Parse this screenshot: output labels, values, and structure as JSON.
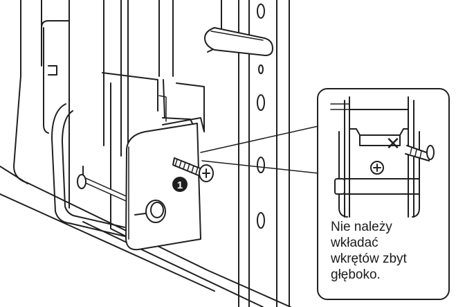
{
  "callout": {
    "step_number": "1",
    "warning_mark": "✕",
    "caption_lines": [
      "Nie należy",
      "wkładać",
      "wkrętów zbyt",
      "głęboko."
    ]
  },
  "colors": {
    "line": "#1f1f1f",
    "fill": "#ffffff",
    "shade": "#dadada",
    "dark": "#8c8c8c"
  },
  "icons": [
    "screw-icon",
    "step-number-badge",
    "warning-cross-icon"
  ]
}
